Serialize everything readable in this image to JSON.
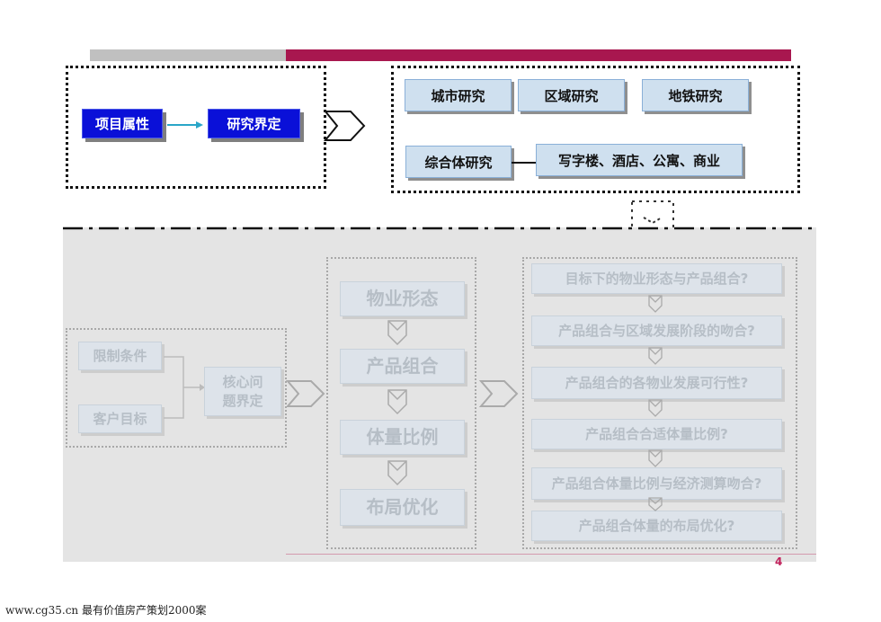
{
  "top": {
    "left_group": {
      "box1": "项目属性",
      "box2": "研究界定"
    },
    "right_group": {
      "row1": [
        "城市研究",
        "区域研究",
        "地铁研究"
      ],
      "row2_main": "综合体研究",
      "row2_detail": "写字楼、酒店、公寓、商业"
    }
  },
  "bottom": {
    "constraints": [
      "限制条件",
      "客户目标"
    ],
    "core": "核心问题界定",
    "flow": [
      "物业形态",
      "产品组合",
      "体量比例",
      "布局优化"
    ],
    "questions": [
      "目标下的物业形态与产品组合?",
      "产品组合与区域发展阶段的吻合?",
      "产品组合的各物业发展可行性?",
      "产品组合合适体量比例?",
      "产品组合体量比例与经济测算吻合?",
      "产品组合体量的布局优化?"
    ]
  },
  "page_number": "4",
  "footer": "www.cg35.cn  最有价值房产策划2000案",
  "colors": {
    "accent_red": "#a8174f",
    "box_blue": "#0a10d8",
    "box_light": "#cfe0ef",
    "faded_gray": "#e4e4e4"
  }
}
